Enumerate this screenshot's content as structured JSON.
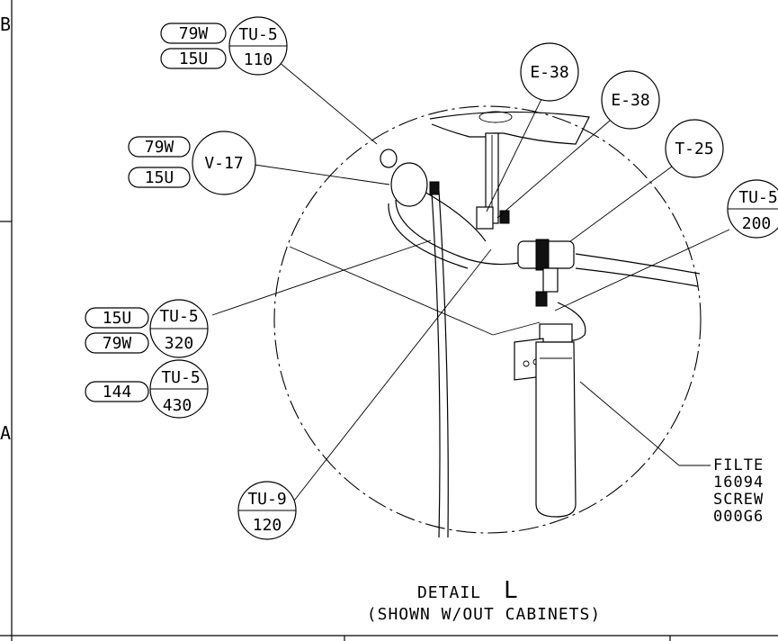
{
  "zones": {
    "top": "B",
    "middle": "A"
  },
  "callouts": {
    "tu5_110": {
      "left_top": "79W",
      "left_bottom": "15U",
      "top": "TU-5",
      "bottom": "110"
    },
    "v17": {
      "left_top": "79W",
      "left_bottom": "15U",
      "label": "V-17"
    },
    "e38_a": {
      "label": "E-38"
    },
    "e38_b": {
      "label": "E-38"
    },
    "t25": {
      "label": "T-25"
    },
    "tu5_200": {
      "top": "TU-5",
      "bottom": "200"
    },
    "tu5_320": {
      "left_top": "15U",
      "left_bottom": "79W",
      "top": "TU-5",
      "bottom": "320"
    },
    "tu5_430": {
      "left": "144",
      "top": "TU-5",
      "bottom": "430"
    },
    "tu9_120": {
      "top": "TU-9",
      "bottom": "120"
    }
  },
  "filter_note": {
    "line1": "FILTE",
    "line2": "16094",
    "line3": "SCREW",
    "line4": "000G6"
  },
  "detail": {
    "title": "DETAIL",
    "letter": "L",
    "subtitle": "(SHOWN W/OUT CABINETS)"
  }
}
